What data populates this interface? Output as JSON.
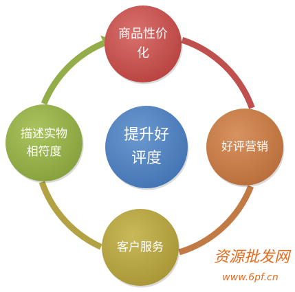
{
  "diagram": {
    "center": {
      "lines": [
        "提升好",
        "评度"
      ],
      "color": "#4f81bd"
    },
    "nodes": [
      {
        "id": "top",
        "lines": [
          "商品性价",
          "化"
        ],
        "color": "#c0504d"
      },
      {
        "id": "right",
        "lines": [
          "好评营销"
        ],
        "color": "#c27a45"
      },
      {
        "id": "bottom",
        "lines": [
          "客户服务"
        ],
        "color": "#b3a244"
      },
      {
        "id": "left",
        "lines": [
          "描述实物",
          "相符度"
        ],
        "color": "#93ad48"
      }
    ],
    "arcs": [
      {
        "from": "top",
        "to": "right",
        "color": "#c0504d"
      },
      {
        "from": "right",
        "to": "bottom",
        "color": "#c27a45"
      },
      {
        "from": "bottom",
        "to": "left",
        "color": "#b3a244"
      },
      {
        "from": "left",
        "to": "top",
        "color": "#93ad48"
      }
    ]
  },
  "watermark": {
    "line1": "资源批发网",
    "line2": "www.6pf.cn",
    "color": "#e66a1c"
  }
}
